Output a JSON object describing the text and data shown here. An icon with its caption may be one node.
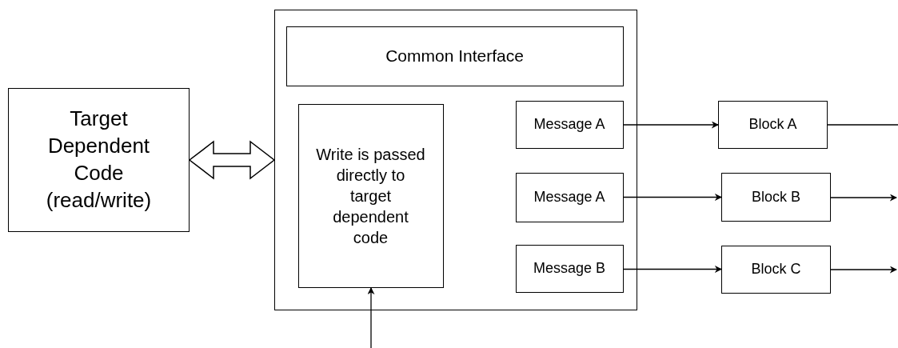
{
  "diagram": {
    "nodes": [
      {
        "text": [
          "Target Dependent Code (read/write)"
        ]
      },
      {
        "text": [],
        "shape": "box"
      },
      {
        "text": [
          "Common Interface"
        ],
        "in": 1
      },
      {
        "text": [
          "Write is passed directly to target dependent code"
        ],
        "in": 1
      },
      {
        "text": [
          "Message A"
        ],
        "in": 1
      },
      {
        "text": [
          "Message A"
        ],
        "in": 1
      },
      {
        "text": [
          "Message B"
        ],
        "in": 1
      },
      {
        "text": [
          "Block A"
        ]
      },
      {
        "text": [
          "Block B"
        ]
      },
      {
        "text": [
          "Block C"
        ]
      }
    ],
    "edges": [
      {
        "from": 0,
        "to": 1,
        "arrow": "both",
        "style": "thick"
      },
      {
        "from": 4,
        "to": 7,
        "arrow": "to"
      },
      {
        "from": 5,
        "to": 8,
        "arrow": "to"
      },
      {
        "from": 6,
        "to": 9,
        "arrow": "to"
      },
      {
        "from": 7,
        "to": null,
        "arrow": "none"
      },
      {
        "from": 8,
        "to": null,
        "arrow": "to"
      },
      {
        "from": 9,
        "to": null,
        "arrow": "to"
      },
      {
        "from": null,
        "to": 3,
        "arrow": "to"
      }
    ]
  }
}
